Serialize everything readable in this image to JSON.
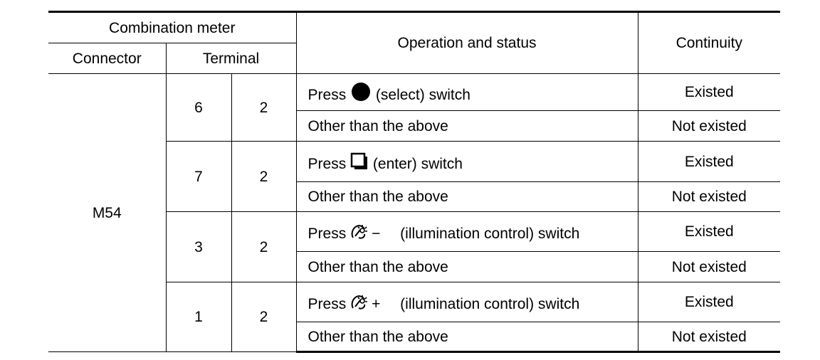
{
  "header": {
    "combination_meter": "Combination meter",
    "connector": "Connector",
    "terminal": "Terminal",
    "operation": "Operation and status",
    "continuity": "Continuity"
  },
  "connector": "M54",
  "groups": [
    {
      "term_a": "6",
      "term_b": "2",
      "press_word": "Press",
      "icon": "filled-circle-icon",
      "action_text": "(select) switch",
      "other_text": "Other than the above",
      "existed": "Existed",
      "not_existed": "Not existed"
    },
    {
      "term_a": "7",
      "term_b": "2",
      "press_word": "Press",
      "icon": "enter-square-icon",
      "action_text": "(enter) switch",
      "other_text": "Other than the above",
      "existed": "Existed",
      "not_existed": "Not existed"
    },
    {
      "term_a": "3",
      "term_b": "2",
      "press_word": "Press",
      "icon": "illumination-minus-icon",
      "icon_symbol": "−",
      "action_text": "(illumination control) switch",
      "other_text": "Other than the above",
      "existed": "Existed",
      "not_existed": "Not existed"
    },
    {
      "term_a": "1",
      "term_b": "2",
      "press_word": "Press",
      "icon": "illumination-plus-icon",
      "icon_symbol": "+",
      "action_text": "(illumination control) switch",
      "other_text": "Other than the above",
      "existed": "Existed",
      "not_existed": "Not existed"
    }
  ]
}
